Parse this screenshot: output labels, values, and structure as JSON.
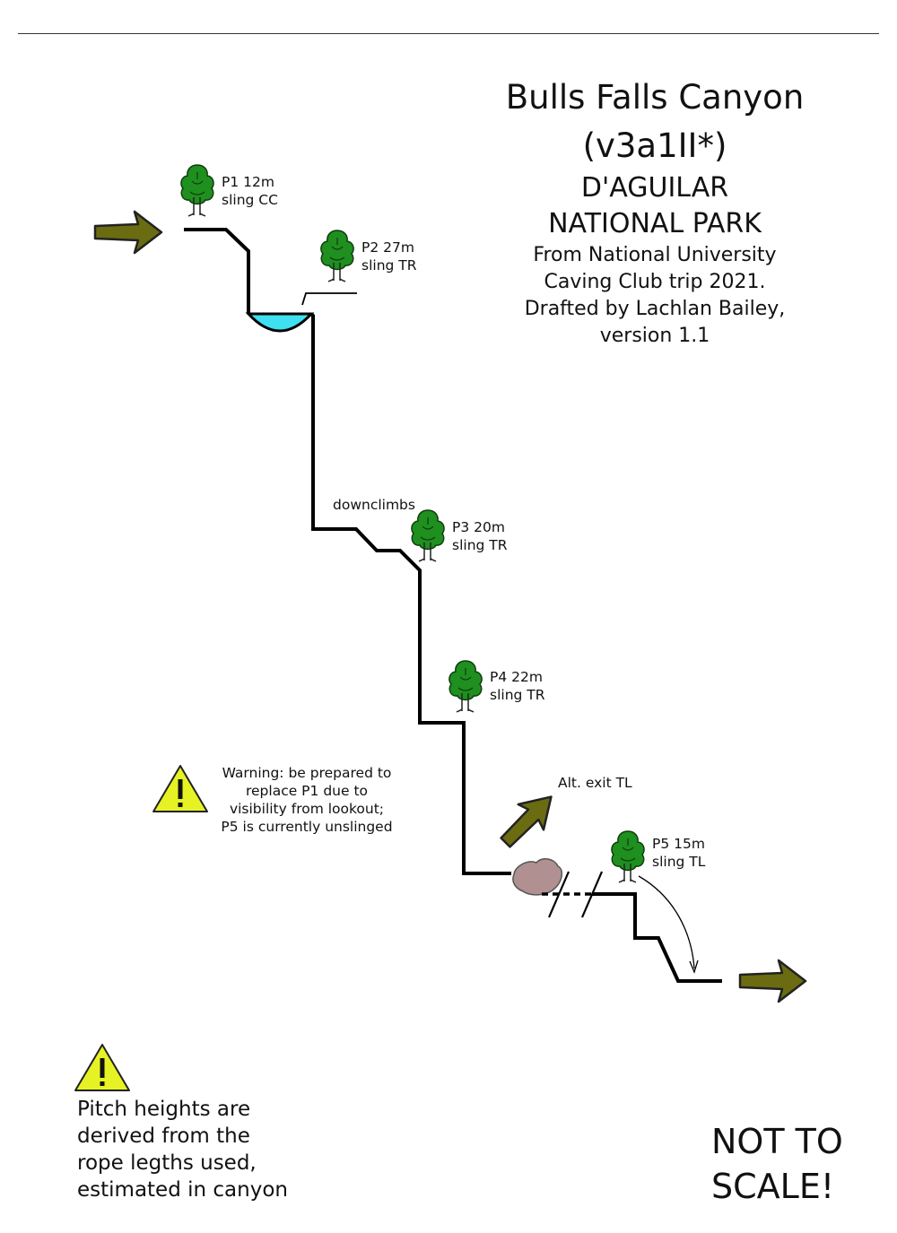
{
  "title": {
    "line1": "Bulls Falls Canyon",
    "line2": "(v3a1II*)",
    "park1": "D'AGUILAR",
    "park2": "NATIONAL PARK",
    "credit1": "From National University",
    "credit2": "Caving Club trip 2021.",
    "credit3": "Drafted by Lachlan Bailey,",
    "credit4": "version 1.1"
  },
  "pitches": [
    {
      "name": "P1 12m",
      "anchor": "sling CC"
    },
    {
      "name": "P2 27m",
      "anchor": "sling TR"
    },
    {
      "name": "P3 20m",
      "anchor": "sling TR"
    },
    {
      "name": "P4 22m",
      "anchor": "sling TR"
    },
    {
      "name": "P5 15m",
      "anchor": "sling TL"
    }
  ],
  "labels": {
    "downclimbs": "downclimbs",
    "alt_exit": "Alt. exit TL"
  },
  "warning": {
    "line1": "Warning: be prepared to",
    "line2": "replace P1 due to",
    "line3": "visibility from lookout;",
    "line4": "P5 is currently unslinged"
  },
  "note": {
    "line1": "Pitch heights are",
    "line2": "derived from the",
    "line3": "rope legths used,",
    "line4": "estimated in canyon"
  },
  "scale_note": {
    "line1": "NOT TO",
    "line2": "SCALE!"
  },
  "colors": {
    "arrow": "#6b6b12",
    "tree": "#1f8f1f",
    "pool": "#3fe0f0",
    "warning": "#e6f224",
    "rock": "#b09090"
  }
}
